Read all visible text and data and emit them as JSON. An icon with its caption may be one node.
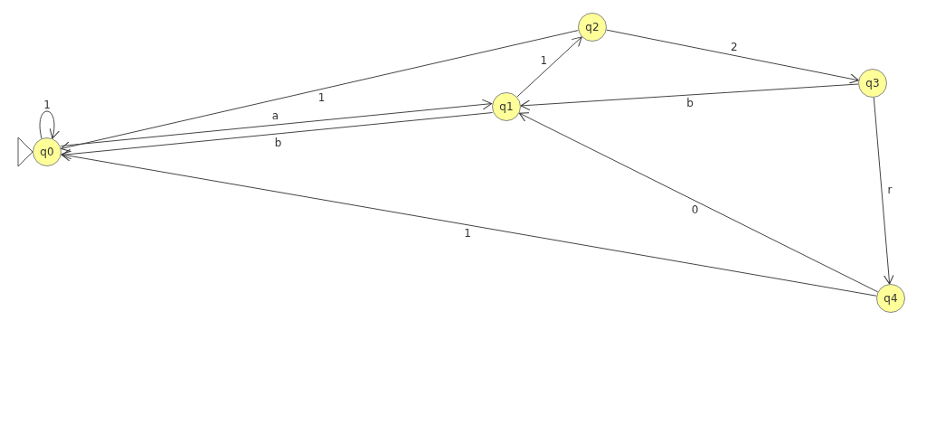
{
  "diagram": {
    "nodes": [
      {
        "text": [
          "q0"
        ]
      },
      {
        "text": [
          "q1"
        ]
      },
      {
        "text": [
          "q2"
        ]
      },
      {
        "text": [
          "q3"
        ]
      },
      {
        "text": [
          "q4"
        ]
      }
    ],
    "edges": [
      {
        "from": 0,
        "to": 0,
        "arrow": "to",
        "label": "1"
      },
      {
        "from": 2,
        "to": 0,
        "arrow": "to",
        "label": "1"
      },
      {
        "from": 0,
        "to": 1,
        "arrow": "to",
        "label": "a"
      },
      {
        "from": 1,
        "to": 0,
        "arrow": "to",
        "label": "b"
      },
      {
        "from": 1,
        "to": 2,
        "arrow": "to",
        "label": "1"
      },
      {
        "from": 2,
        "to": 3,
        "arrow": "to",
        "label": "2"
      },
      {
        "from": 3,
        "to": 1,
        "arrow": "to",
        "label": "b"
      },
      {
        "from": 3,
        "to": 4,
        "arrow": "to",
        "label": "r"
      },
      {
        "from": 4,
        "to": 1,
        "arrow": "to",
        "label": "0"
      },
      {
        "from": 4,
        "to": 0,
        "arrow": "to",
        "label": "1"
      }
    ]
  }
}
